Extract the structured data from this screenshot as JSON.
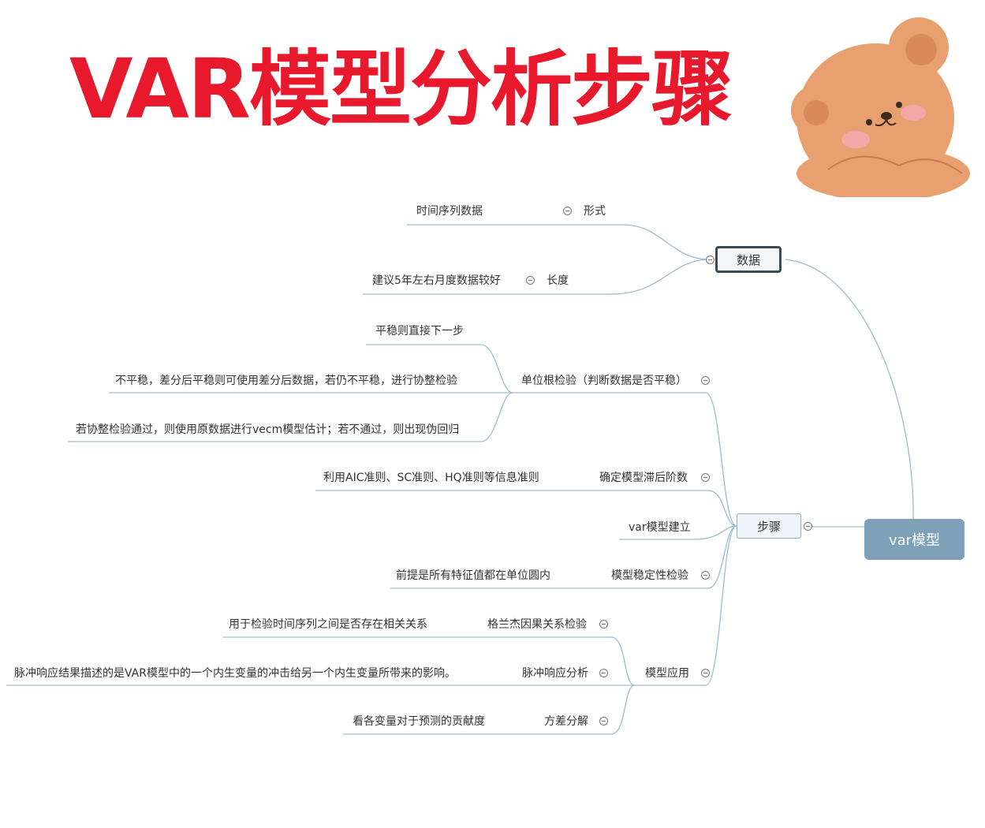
{
  "title": "VAR模型分析步骤",
  "root": "var模型",
  "data_branch": {
    "label": "数据",
    "form_label": "形式",
    "form_detail": "时间序列数据",
    "length_label": "长度",
    "length_detail": "建议5年左右月度数据较好"
  },
  "steps_branch": {
    "label": "步骤",
    "unit_root": {
      "label": "单位根检验（判断数据是否平稳）",
      "d1": "平稳则直接下一步",
      "d2": "不平稳，差分后平稳则可使用差分后数据，若仍不平稳，进行协整检验",
      "d3": "若协整检验通过，则使用原数据进行vecm模型估计；若不通过，则出现伪回归"
    },
    "lag": {
      "label": "确定模型滞后阶数",
      "detail": "利用AIC准则、SC准则、HQ准则等信息准则"
    },
    "build": {
      "label": "var模型建立"
    },
    "stability": {
      "label": "模型稳定性检验",
      "detail": "前提是所有特征值都在单位圆内"
    },
    "application": {
      "label": "模型应用",
      "granger": {
        "label": "格兰杰因果关系检验",
        "detail": "用于检验时间序列之间是否存在相关关系"
      },
      "impulse": {
        "label": "脉冲响应分析",
        "detail": "脉冲响应结果描述的是VAR模型中的一个内生变量的冲击给另一个内生变量所带来的影响。"
      },
      "variance": {
        "label": "方差分解",
        "detail": "看各变量对于预测的贡献度"
      }
    }
  },
  "colors": {
    "title": "#e8192c",
    "line": "#9dbccd",
    "root_fill": "#7ea1b8"
  }
}
